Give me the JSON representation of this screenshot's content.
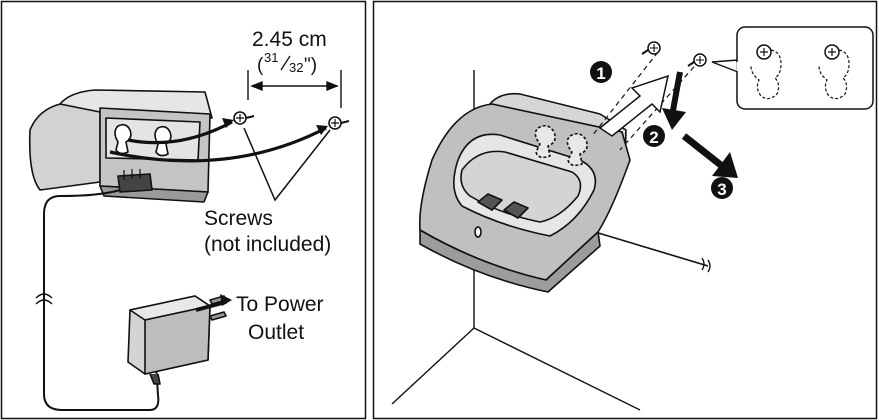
{
  "left_panel": {
    "dimension": {
      "metric": "2.45 cm",
      "imperial_open": "(",
      "imperial_num": "31",
      "imperial_den": "32",
      "imperial_close": "\")"
    },
    "screws_label": {
      "line1": "Screws",
      "line2": "(not included)"
    },
    "power_label": {
      "line1": "To Power",
      "line2": "Outlet"
    }
  },
  "right_panel": {
    "steps": [
      "1",
      "2",
      "3"
    ]
  },
  "colors": {
    "stroke": "#111111",
    "body_light": "#e0e0e0",
    "body_mid": "#b9b9b9",
    "body_dark": "#8f8f8f",
    "step_fill": "#111111",
    "step_text": "#ffffff"
  }
}
